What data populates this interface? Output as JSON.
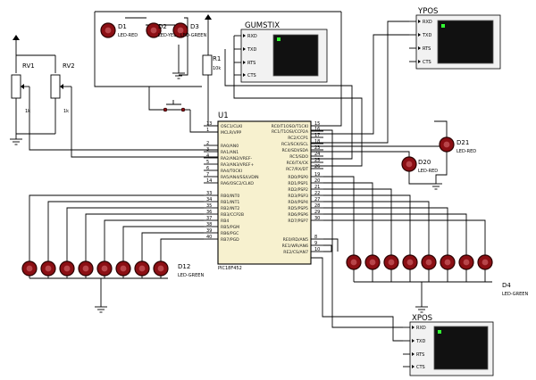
{
  "mcu": {
    "ref": "U1",
    "part": "PIC18F452",
    "left_pins": [
      {
        "num": "13",
        "name": "OSC1/CLKI"
      },
      {
        "num": "1",
        "name": "MCLR/VPP"
      },
      {
        "num": "2",
        "name": "RA0/AN0"
      },
      {
        "num": "3",
        "name": "RA1/AN1"
      },
      {
        "num": "4",
        "name": "RA2/AN2/VREF-"
      },
      {
        "num": "5",
        "name": "RA3/AN3/VREF+"
      },
      {
        "num": "6",
        "name": "RA4/T0CKI"
      },
      {
        "num": "7",
        "name": "RA5/AN4/SS/LVDIN"
      },
      {
        "num": "14",
        "name": "RA6/OSC2/CLKO"
      },
      {
        "num": "33",
        "name": "RB0/INT0"
      },
      {
        "num": "34",
        "name": "RB1/INT1"
      },
      {
        "num": "35",
        "name": "RB2/INT2"
      },
      {
        "num": "36",
        "name": "RB3/CCP2B"
      },
      {
        "num": "37",
        "name": "RB4"
      },
      {
        "num": "38",
        "name": "RB5/PGM"
      },
      {
        "num": "39",
        "name": "RB6/PGC"
      },
      {
        "num": "40",
        "name": "RB7/PGD"
      }
    ],
    "right_pins": [
      {
        "num": "15",
        "name": "RC0/T1OSO/T1CKI"
      },
      {
        "num": "16",
        "name": "RC1/T1OSI/CCP2A"
      },
      {
        "num": "17",
        "name": "RC2/CCP1"
      },
      {
        "num": "18",
        "name": "RC3/SCK/SCL"
      },
      {
        "num": "23",
        "name": "RC4/SDI/SDA"
      },
      {
        "num": "24",
        "name": "RC5/SDO"
      },
      {
        "num": "25",
        "name": "RC6/TX/CK"
      },
      {
        "num": "26",
        "name": "RC7/RX/DT"
      },
      {
        "num": "19",
        "name": "RD0/PSP0"
      },
      {
        "num": "20",
        "name": "RD1/PSP1"
      },
      {
        "num": "21",
        "name": "RD2/PSP2"
      },
      {
        "num": "22",
        "name": "RD3/PSP3"
      },
      {
        "num": "27",
        "name": "RD4/PSP4"
      },
      {
        "num": "28",
        "name": "RD5/PSP5"
      },
      {
        "num": "29",
        "name": "RD6/PSP6"
      },
      {
        "num": "30",
        "name": "RD7/PSP7"
      },
      {
        "num": "8",
        "name": "RE0/RD/AN5"
      },
      {
        "num": "9",
        "name": "RE1/WR/AN6"
      },
      {
        "num": "10",
        "name": "RE2/CS/AN7"
      }
    ]
  },
  "terminals": [
    {
      "id": "gumstix",
      "title": "GUMSTIX",
      "pins": [
        "RXD",
        "TXD",
        "RTS",
        "CTS"
      ]
    },
    {
      "id": "ypos",
      "title": "YPOS",
      "pins": [
        "RXD",
        "TXD",
        "RTS",
        "CTS"
      ]
    },
    {
      "id": "xpos",
      "title": "XPOS",
      "pins": [
        "RXD",
        "TXD",
        "RTS",
        "CTS"
      ]
    }
  ],
  "leds_top": [
    {
      "ref": "D1",
      "type": "LED-RED"
    },
    {
      "ref": "D2",
      "type": "LED-YELLOW"
    },
    {
      "ref": "D3",
      "type": "LED-GREEN"
    }
  ],
  "led_d20": {
    "ref": "D20",
    "type": "LED-RED"
  },
  "led_d21": {
    "ref": "D21",
    "type": "LED-RED"
  },
  "led_bank_left": {
    "ref": "D12",
    "type": "LED-GREEN"
  },
  "led_bank_right": {
    "ref": "D4",
    "type": "LED-GREEN"
  },
  "resistor": {
    "ref": "R1",
    "value": "10k"
  },
  "pots": [
    {
      "ref": "RV1",
      "value": "1k"
    },
    {
      "ref": "RV2",
      "value": "1k"
    }
  ],
  "colors": {
    "led_body": "#8b0f14",
    "led_outline": "#2a0000",
    "mcu_fill": "#f7f1cf",
    "terminal_cursor": "#33ff33"
  }
}
